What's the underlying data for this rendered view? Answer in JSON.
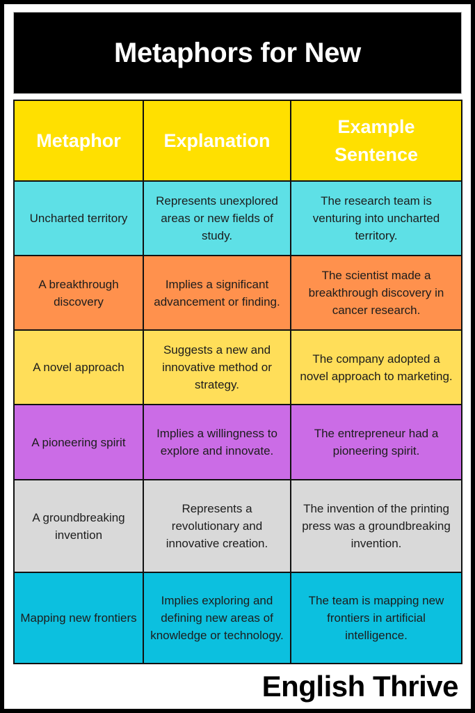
{
  "title": "Metaphors for New",
  "table": {
    "header": {
      "color": "#FFE000",
      "columns": [
        "Metaphor",
        "Explanation",
        "Example Sentence"
      ]
    },
    "rows": [
      {
        "color": "#5EE0E6",
        "height": 107,
        "metaphor": "Uncharted territory",
        "explanation": "Represents unexplored areas or new fields of study.",
        "example": "The research team is venturing into uncharted territory."
      },
      {
        "color": "#FF914D",
        "height": 107,
        "metaphor": "A breakthrough discovery",
        "explanation": "Implies a significant advancement or finding.",
        "example": "The scientist made a breakthrough discovery in cancer research."
      },
      {
        "color": "#FFDE59",
        "height": 107,
        "metaphor": "A novel approach",
        "explanation": "Suggests a new and innovative method or strategy.",
        "example": "The company adopted a novel approach to marketing."
      },
      {
        "color": "#CB6CE6",
        "height": 108,
        "metaphor": "A pioneering spirit",
        "explanation": "Implies a willingness to explore and innovate.",
        "example": "The entrepreneur had a pioneering spirit."
      },
      {
        "color": "#D9D9D9",
        "height": 133,
        "metaphor": "A groundbreaking invention",
        "explanation": "Represents a revolutionary and innovative creation.",
        "example": "The invention of the printing press was a groundbreaking invention."
      },
      {
        "color": "#0CC0DF",
        "height": 131,
        "metaphor": "Mapping new frontiers",
        "explanation": "Implies exploring and defining new areas of knowledge or technology.",
        "example": "The team is mapping new frontiers in artificial intelligence."
      }
    ]
  },
  "footer": "English Thrive"
}
